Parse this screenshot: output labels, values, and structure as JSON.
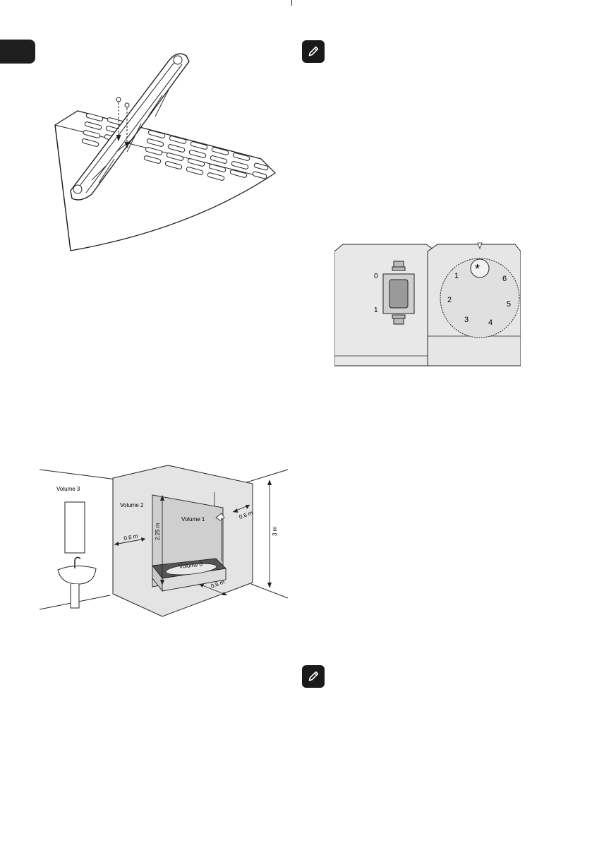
{
  "bathroom": {
    "volume3": "Volume 3",
    "volume2": "Volume 2",
    "volume1": "Volume 1",
    "volume0": "Volume 0",
    "dim_left": "0.6 m",
    "dim_height_inner": "2.25 m",
    "dim_right": "0.6 m",
    "dim_front": "0.6 m",
    "dim_height_total": "3 m"
  },
  "control_panel": {
    "switch_off": "0",
    "switch_on": "1",
    "dial_frost": "*",
    "dial_1": "1",
    "dial_2": "2",
    "dial_3": "3",
    "dial_4": "4",
    "dial_5": "5",
    "dial_6": "6"
  },
  "icons": {
    "note": "pencil-icon",
    "language_tab": "language-tab"
  }
}
